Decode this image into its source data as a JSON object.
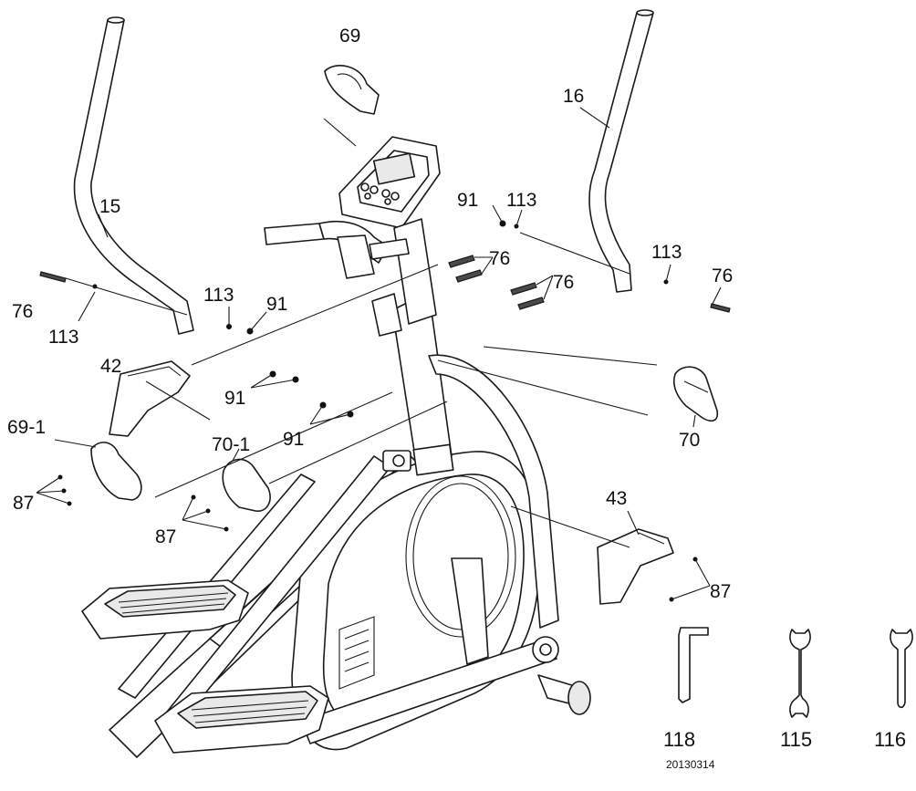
{
  "diagram": {
    "part_labels": {
      "p69": "69",
      "p16": "16",
      "p15": "15",
      "p91_top_right": "91",
      "p113_top_right": "113",
      "p76_mid_top": "76",
      "p113_right": "113",
      "p76_right": "76",
      "p76_left": "76",
      "p113_left_upper": "113",
      "p91_left_upper": "91",
      "p113_left_lower": "113",
      "p76_mid_lower": "76",
      "p42": "42",
      "p91_mid_upper": "91",
      "p91_mid_lower": "91",
      "p70": "70",
      "p69_1": "69-1",
      "p70_1": "70-1",
      "p87_left": "87",
      "p87_mid": "87",
      "p43": "43",
      "p87_right": "87"
    },
    "tools": {
      "t118": "118",
      "t115": "115",
      "t116": "116"
    },
    "date_code": "20130314"
  }
}
